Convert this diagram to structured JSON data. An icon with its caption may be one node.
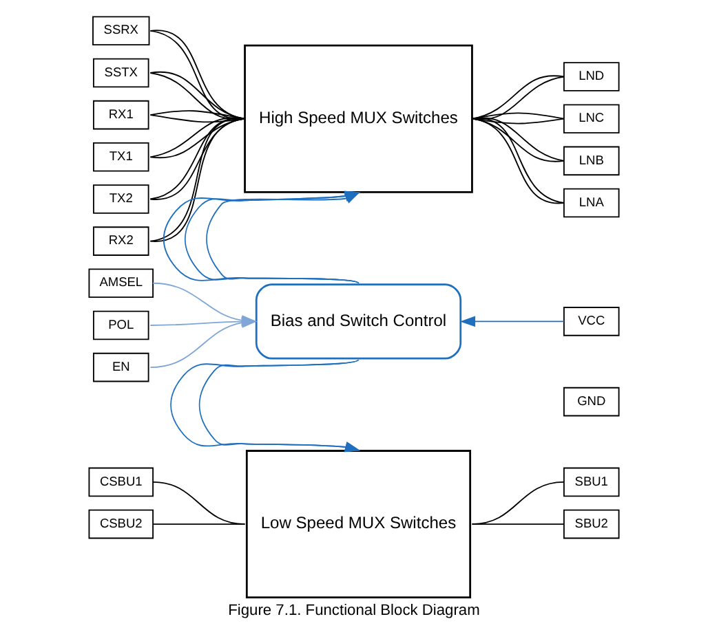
{
  "diagram": {
    "caption": "Figure 7.1. Functional Block Diagram",
    "nodes": [
      {
        "text": [
          "SSRX"
        ]
      },
      {
        "text": [
          "SSTX"
        ]
      },
      {
        "text": [
          "RX1"
        ]
      },
      {
        "text": [
          "TX1"
        ]
      },
      {
        "text": [
          "TX2"
        ]
      },
      {
        "text": [
          "RX2"
        ]
      },
      {
        "text": [
          "High Speed MUX Switches"
        ]
      },
      {
        "text": [
          "LND"
        ]
      },
      {
        "text": [
          "LNC"
        ]
      },
      {
        "text": [
          "LNB"
        ]
      },
      {
        "text": [
          "LNA"
        ]
      },
      {
        "text": [
          "AMSEL"
        ]
      },
      {
        "text": [
          "POL"
        ]
      },
      {
        "text": [
          "EN"
        ]
      },
      {
        "text": [
          "Bias and Switch Control"
        ]
      },
      {
        "text": [
          "VCC"
        ]
      },
      {
        "text": [
          "GND"
        ]
      },
      {
        "text": [
          "CSBU1"
        ]
      },
      {
        "text": [
          "CSBU2"
        ]
      },
      {
        "text": [
          "Low Speed MUX Switches"
        ]
      },
      {
        "text": [
          "SBU1"
        ]
      },
      {
        "text": [
          "SBU2"
        ]
      }
    ],
    "edges": [
      {
        "from": 0,
        "to": 6,
        "arrow": "none"
      },
      {
        "from": 0,
        "to": 6,
        "arrow": "none"
      },
      {
        "from": 1,
        "to": 6,
        "arrow": "none"
      },
      {
        "from": 1,
        "to": 6,
        "arrow": "none"
      },
      {
        "from": 2,
        "to": 6,
        "arrow": "none"
      },
      {
        "from": 2,
        "to": 6,
        "arrow": "none"
      },
      {
        "from": 3,
        "to": 6,
        "arrow": "none"
      },
      {
        "from": 3,
        "to": 6,
        "arrow": "none"
      },
      {
        "from": 4,
        "to": 6,
        "arrow": "none"
      },
      {
        "from": 4,
        "to": 6,
        "arrow": "none"
      },
      {
        "from": 5,
        "to": 6,
        "arrow": "none"
      },
      {
        "from": 5,
        "to": 6,
        "arrow": "none"
      },
      {
        "from": 6,
        "to": 7,
        "arrow": "none"
      },
      {
        "from": 6,
        "to": 7,
        "arrow": "none"
      },
      {
        "from": 6,
        "to": 8,
        "arrow": "none"
      },
      {
        "from": 6,
        "to": 8,
        "arrow": "none"
      },
      {
        "from": 6,
        "to": 9,
        "arrow": "none"
      },
      {
        "from": 6,
        "to": 9,
        "arrow": "none"
      },
      {
        "from": 6,
        "to": 10,
        "arrow": "none"
      },
      {
        "from": 6,
        "to": 10,
        "arrow": "none"
      },
      {
        "from": 14,
        "to": 6,
        "arrow": "to",
        "color": "#1f6fbf"
      },
      {
        "from": 14,
        "to": 6,
        "arrow": "to",
        "color": "#1f6fbf"
      },
      {
        "from": 14,
        "to": 6,
        "arrow": "to",
        "color": "#1f6fbf"
      },
      {
        "from": 11,
        "to": 14,
        "arrow": "to",
        "color": "#7ea6d8"
      },
      {
        "from": 12,
        "to": 14,
        "arrow": "to",
        "color": "#7ea6d8"
      },
      {
        "from": 13,
        "to": 14,
        "arrow": "to",
        "color": "#7ea6d8"
      },
      {
        "from": 15,
        "to": 14,
        "arrow": "to",
        "color": "#1f6fbf"
      },
      {
        "from": 14,
        "to": 19,
        "arrow": "to",
        "color": "#1f6fbf"
      },
      {
        "from": 14,
        "to": 19,
        "arrow": "to",
        "color": "#1f6fbf"
      },
      {
        "from": 17,
        "to": 19,
        "arrow": "none"
      },
      {
        "from": 18,
        "to": 19,
        "arrow": "none"
      },
      {
        "from": 19,
        "to": 20,
        "arrow": "none"
      },
      {
        "from": 19,
        "to": 21,
        "arrow": "none"
      }
    ]
  }
}
